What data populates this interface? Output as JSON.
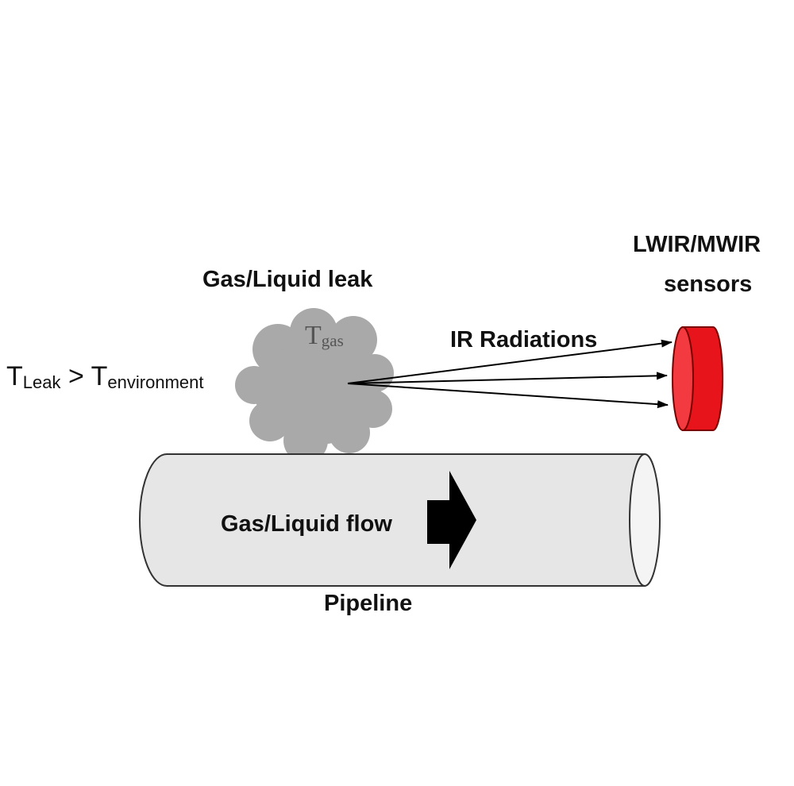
{
  "labels": {
    "leak": "Gas/Liquid leak",
    "sensor_line1": "LWIR/MWIR",
    "sensor_line2": "sensors",
    "radiation": "IR Radiations",
    "flow": "Gas/Liquid flow",
    "pipeline": "Pipeline",
    "gas_temp_main": "T",
    "gas_temp_sub": "gas",
    "relation_t1": "T",
    "relation_t1_sub": "Leak",
    "relation_op": " > ",
    "relation_t2": "T",
    "relation_t2_sub": "environment"
  },
  "colors": {
    "cloud": "#a9a9a9",
    "pipe_fill": "#e6e6e6",
    "pipe_stroke": "#333333",
    "sensor": "#e8141c",
    "arrow": "#000000"
  },
  "icons": {
    "flow_arrow": "right-arrow-icon",
    "sensor": "cylinder-sensor-icon",
    "cloud": "gas-cloud-icon"
  }
}
